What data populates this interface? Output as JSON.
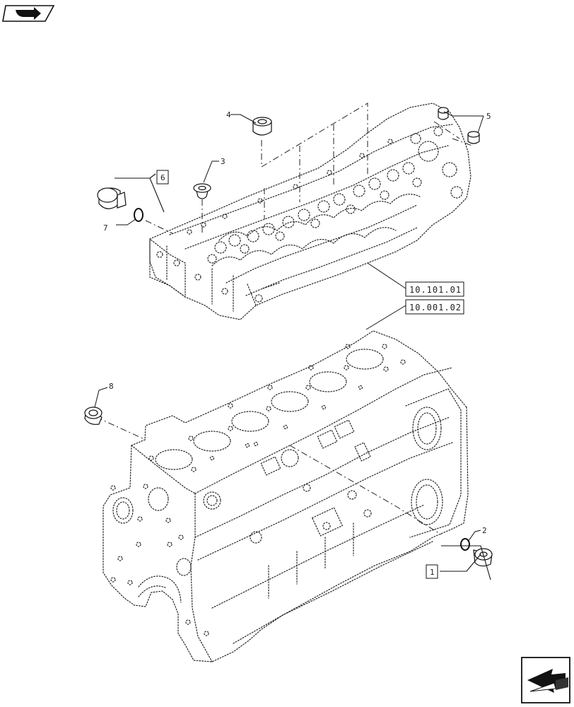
{
  "callouts": {
    "c1": "1",
    "c2": "2",
    "c3": "3",
    "c4": "4",
    "c5": "5",
    "c6": "6",
    "c7": "7",
    "c8": "8"
  },
  "references": {
    "head": "10.101.01",
    "block": "10.001.02"
  },
  "icons": {
    "top_left": "navigation-arrow-icon",
    "bottom_right": "next-page-arrow-icon"
  }
}
